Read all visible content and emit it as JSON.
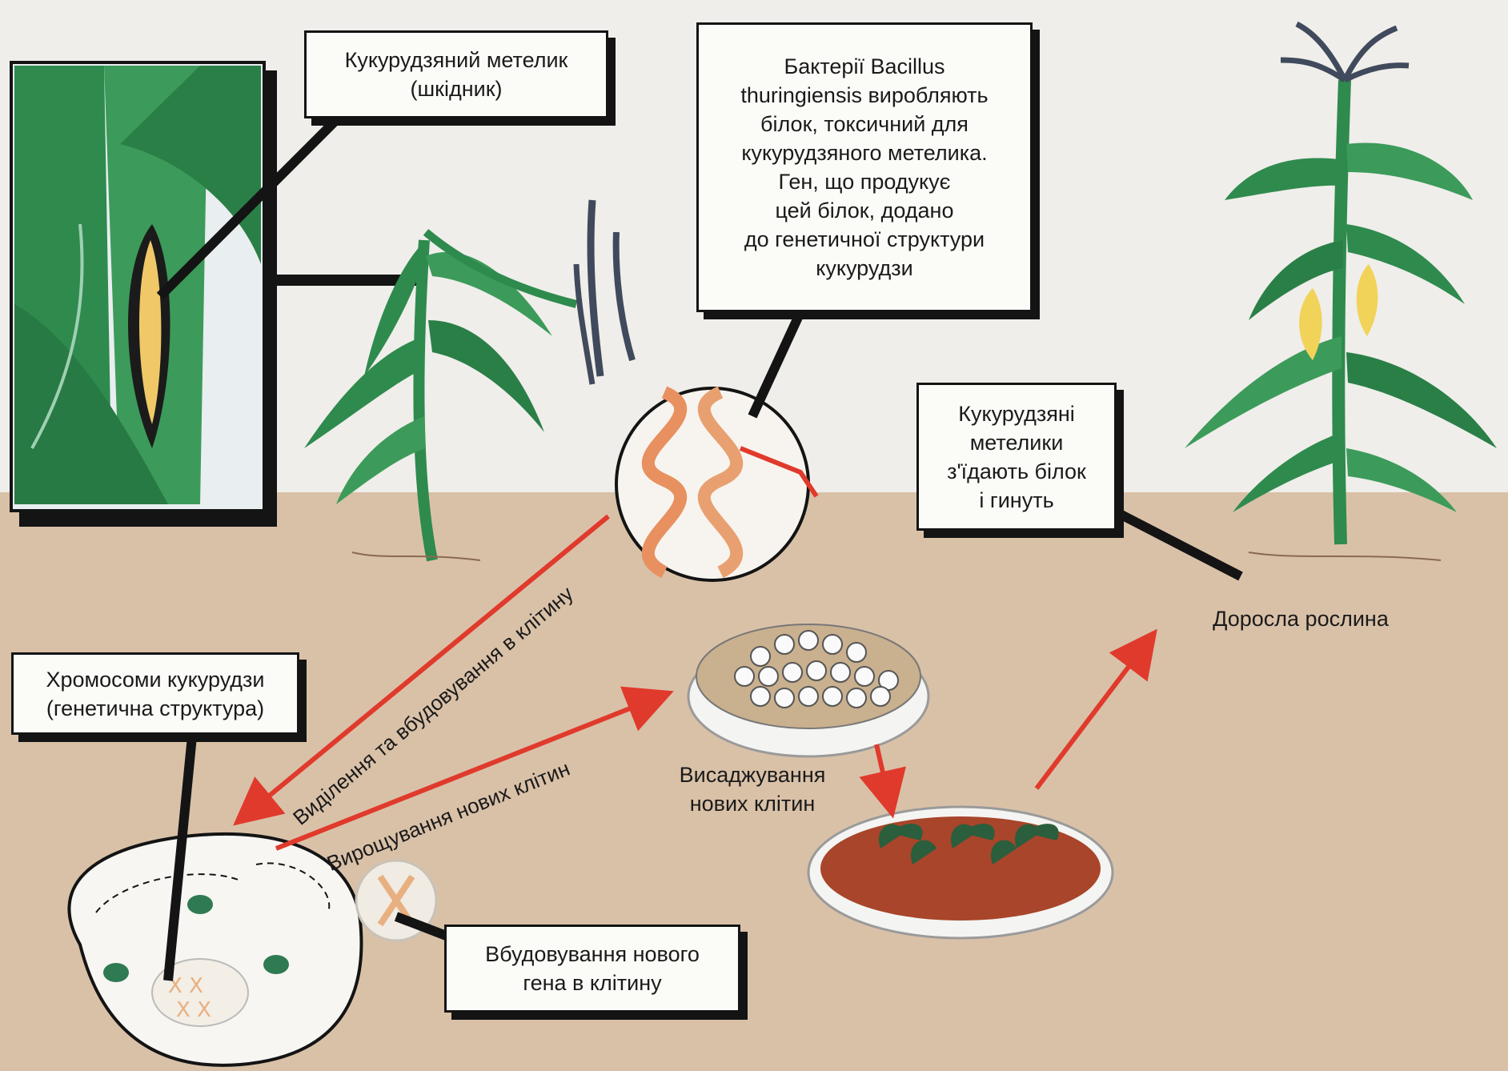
{
  "callouts": {
    "corn_borer": "Кукурудзяний метелик\n(шкідник)",
    "bacteria": "Бактерії Bacillus\nthuringiensis виробляють\nбілок, токсичний для\nкукурудзяного метелика.\nГен, що продукує\nцей білок, додано\nдо генетичної структури\nкукурудзи",
    "moths_die": "Кукурудзяні\nметелики\nз'їдають білок\nі гинуть",
    "chromosomes": "Хромосоми кукурудзи\n(генетична структура)",
    "gene_insertion": "Вбудовування нового\nгена в клітину"
  },
  "labels": {
    "adult_plant": "Доросла рослина",
    "planting_cells": "Висаджування\nнових клітин"
  },
  "arrow_labels": {
    "isolation": "Виділення та вбудовування в клітину",
    "growing": "Вирощування нових клітин"
  },
  "colors": {
    "soil": "#d9c1a8",
    "sky": "#efeeea",
    "leaf": "#2f8a4e",
    "arrow": "#e03a2c",
    "callout_border": "#141414"
  },
  "icons": [
    "corn-leaf-closeup",
    "wilted-corn-plant",
    "dna-helix",
    "petri-dish-cells",
    "petri-dish-seedlings",
    "adult-corn-plant",
    "plant-cell"
  ]
}
